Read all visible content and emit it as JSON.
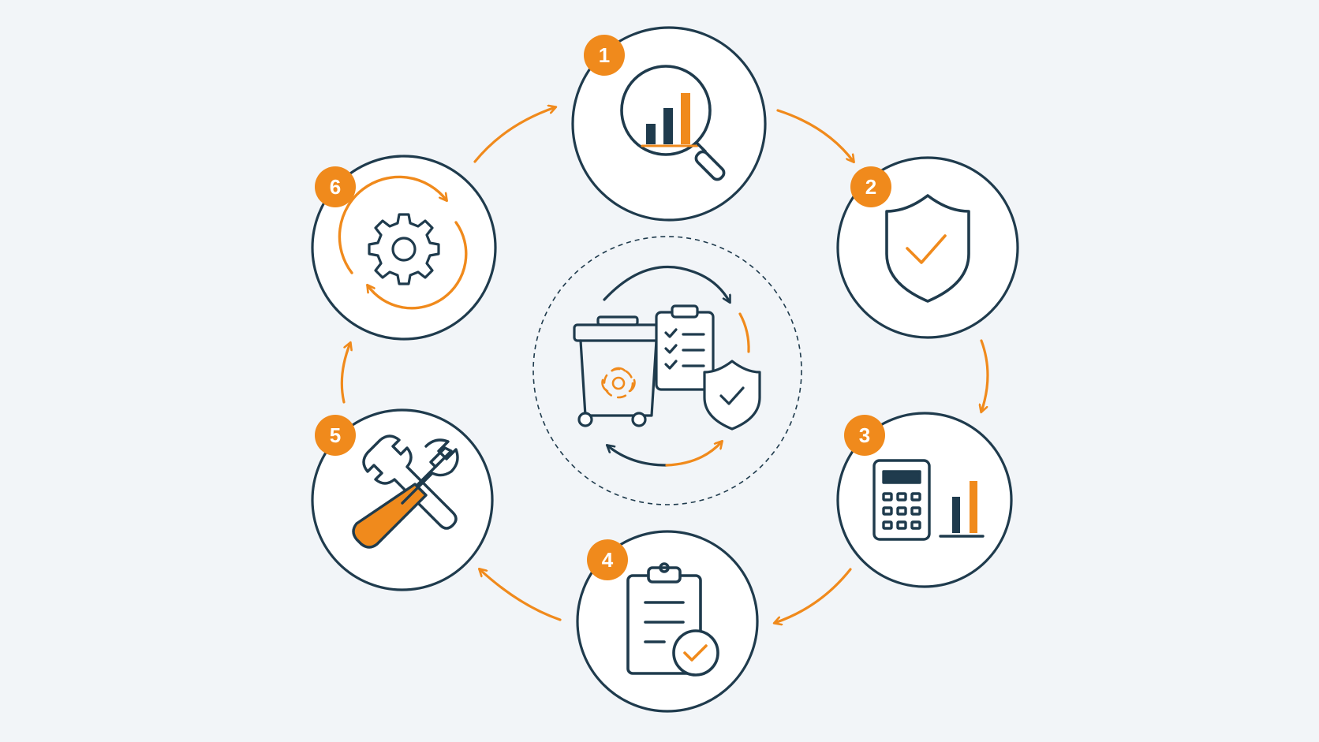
{
  "colors": {
    "background": "#f2f5f8",
    "circle_fill": "#ffffff",
    "stroke": "#1f3b4d",
    "accent": "#f08a1c",
    "badge_text": "#ffffff"
  },
  "center": {
    "icons": [
      "biohazard-bin-icon",
      "clipboard-checklist-icon",
      "shield-check-icon",
      "cycle-arrows-icon"
    ]
  },
  "steps": [
    {
      "number": "1",
      "icon": "magnifier-bar-chart-icon"
    },
    {
      "number": "2",
      "icon": "shield-check-icon"
    },
    {
      "number": "3",
      "icon": "calculator-bar-chart-icon"
    },
    {
      "number": "4",
      "icon": "clipboard-check-icon"
    },
    {
      "number": "5",
      "icon": "wrench-screwdriver-icon"
    },
    {
      "number": "6",
      "icon": "gear-cycle-icon"
    }
  ]
}
